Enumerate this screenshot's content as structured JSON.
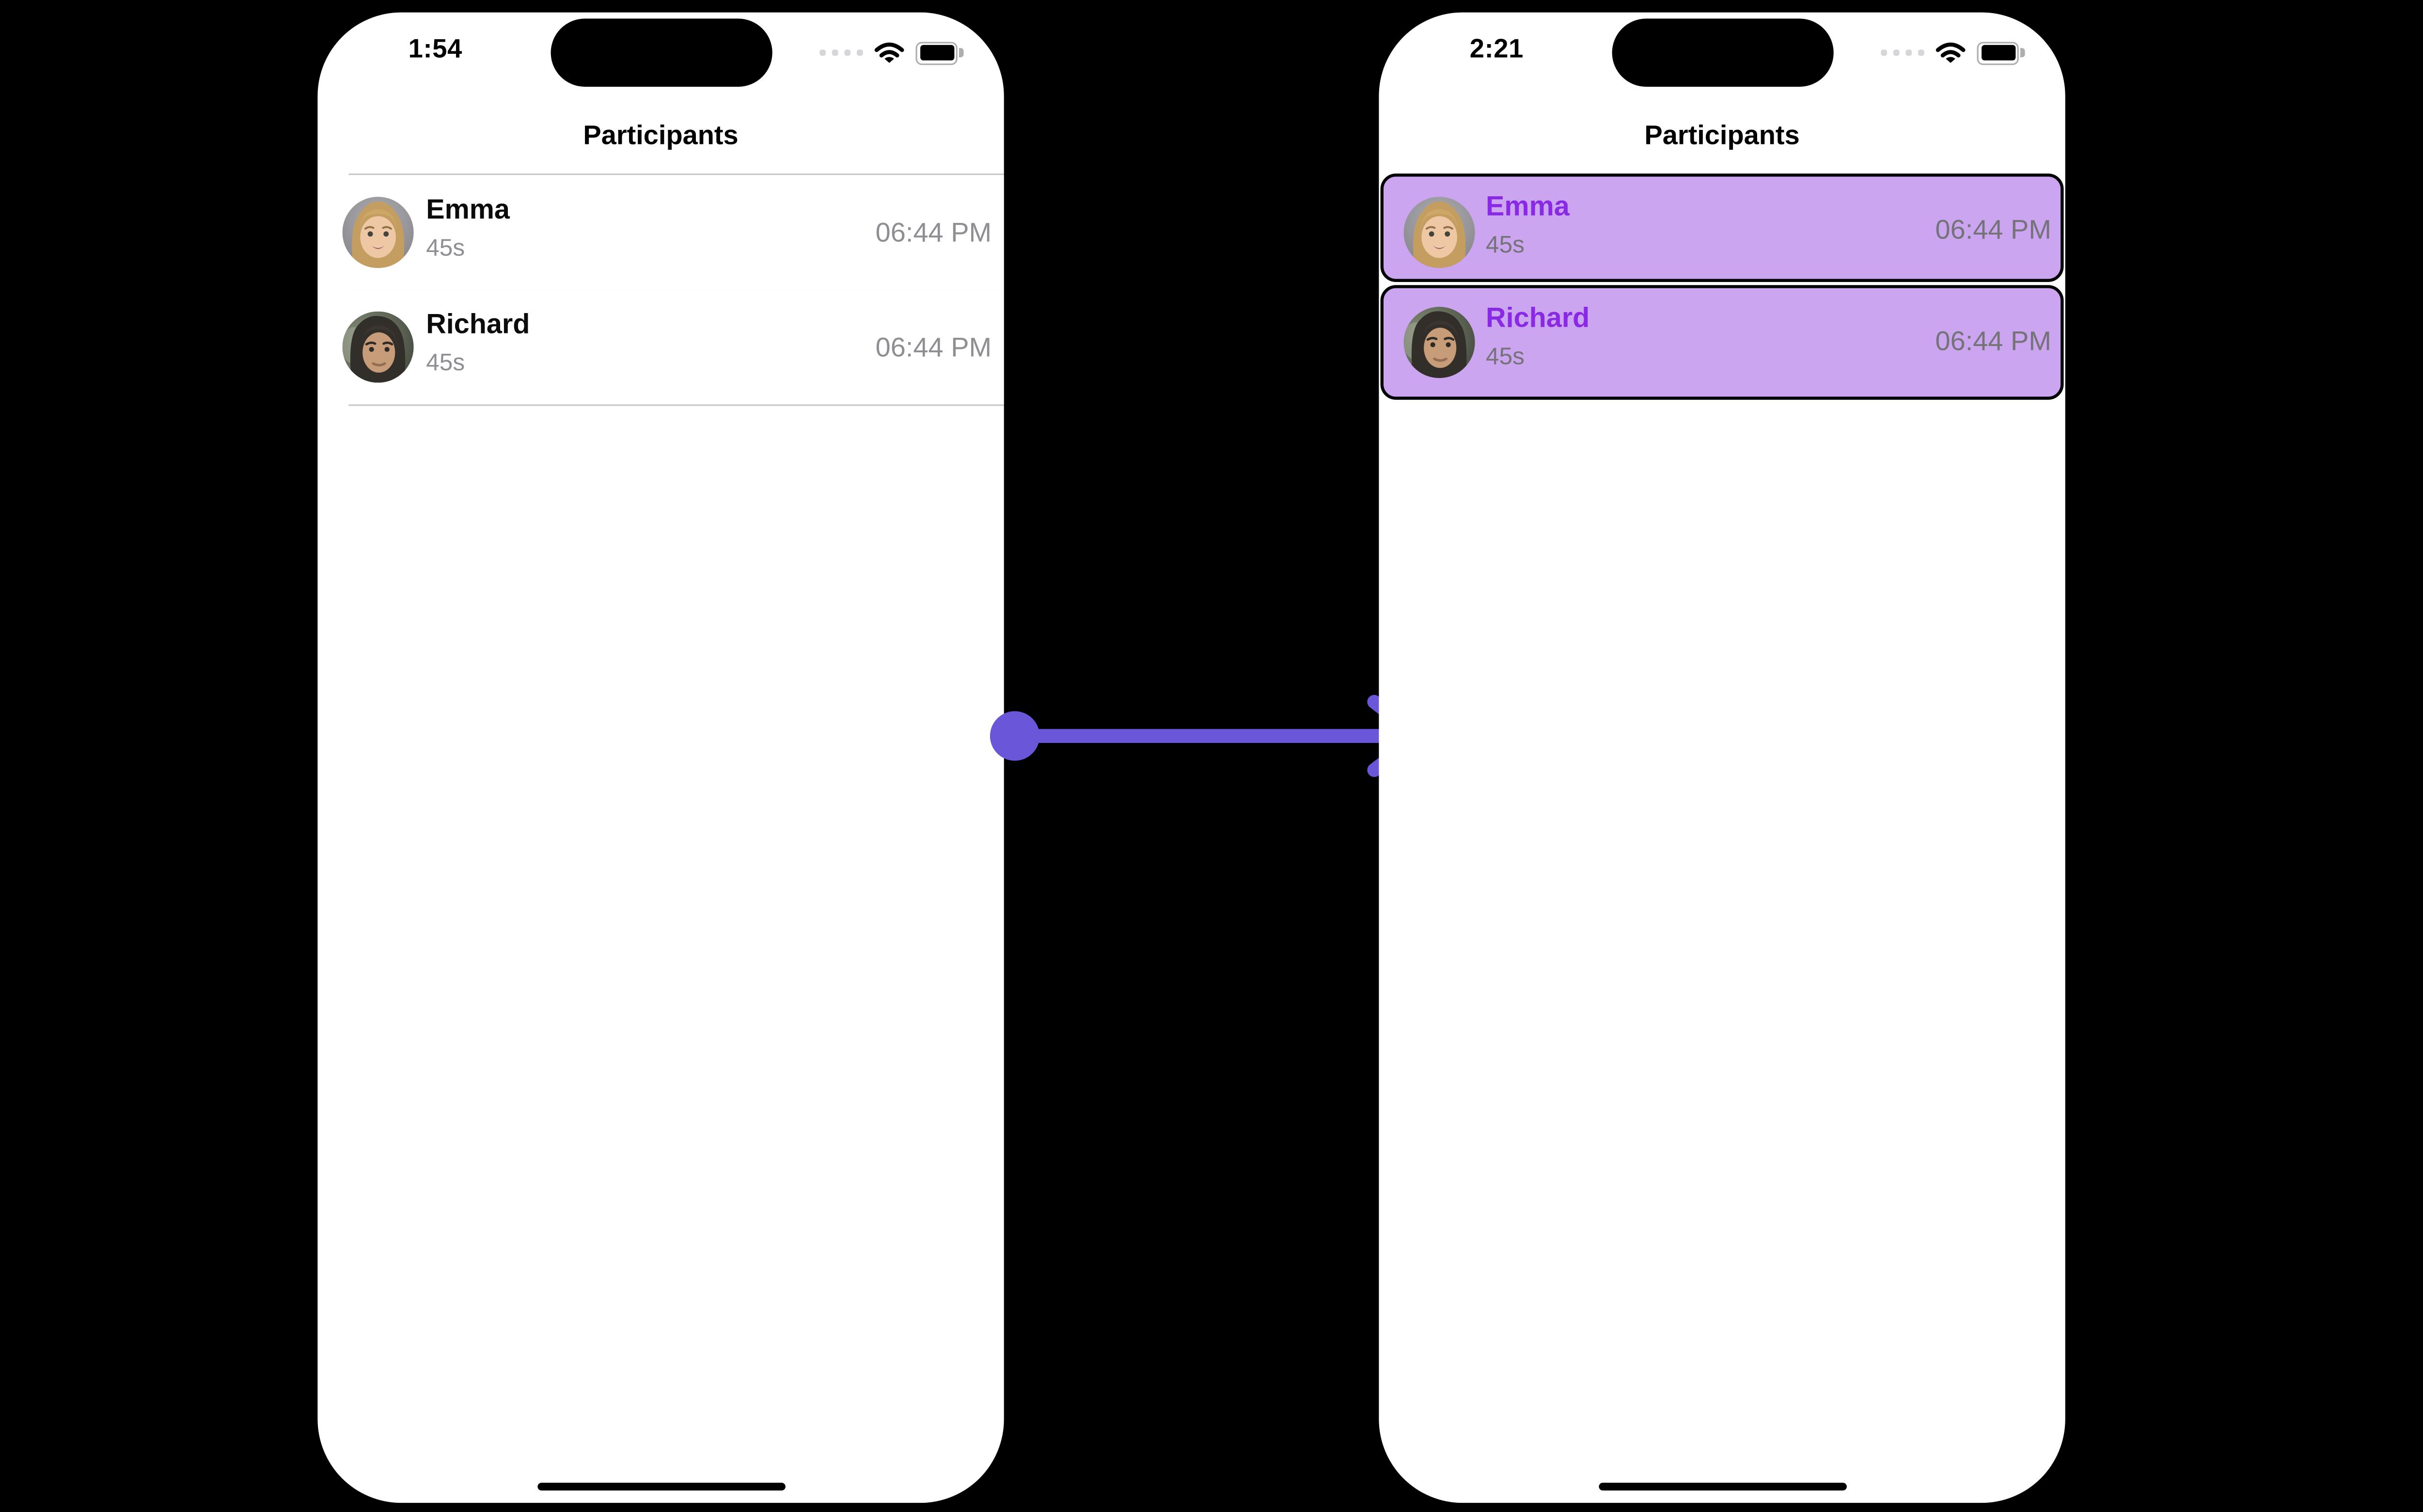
{
  "left_phone": {
    "status_bar": {
      "time": "1:54"
    },
    "title": "Participants",
    "participants": [
      {
        "name": "Emma",
        "duration": "45s",
        "time": "06:44 PM",
        "avatar": "emma-avatar"
      },
      {
        "name": "Richard",
        "duration": "45s",
        "time": "06:44 PM",
        "avatar": "richard-avatar"
      }
    ]
  },
  "right_phone": {
    "status_bar": {
      "time": "2:21"
    },
    "title": "Participants",
    "participants": [
      {
        "name": "Emma",
        "duration": "45s",
        "time": "06:44 PM",
        "avatar": "emma-avatar",
        "selected": true
      },
      {
        "name": "Richard",
        "duration": "45s",
        "time": "06:44 PM",
        "avatar": "richard-avatar",
        "selected": true
      }
    ]
  },
  "annotation": {
    "type": "arrow",
    "direction": "right"
  },
  "icons": {
    "cellular": "cellular-dots-icon",
    "wifi": "wifi-icon",
    "battery": "battery-full-icon",
    "home": "home-indicator",
    "arrow": "transition-arrow"
  },
  "colors": {
    "accent_purple": "#6956d9",
    "selected_row_bg": "#cca5f1",
    "selected_name_text": "#8929e3",
    "row_border": "#000000",
    "secondary_text": "#8e8e93",
    "separator": "#c8c7cc"
  }
}
